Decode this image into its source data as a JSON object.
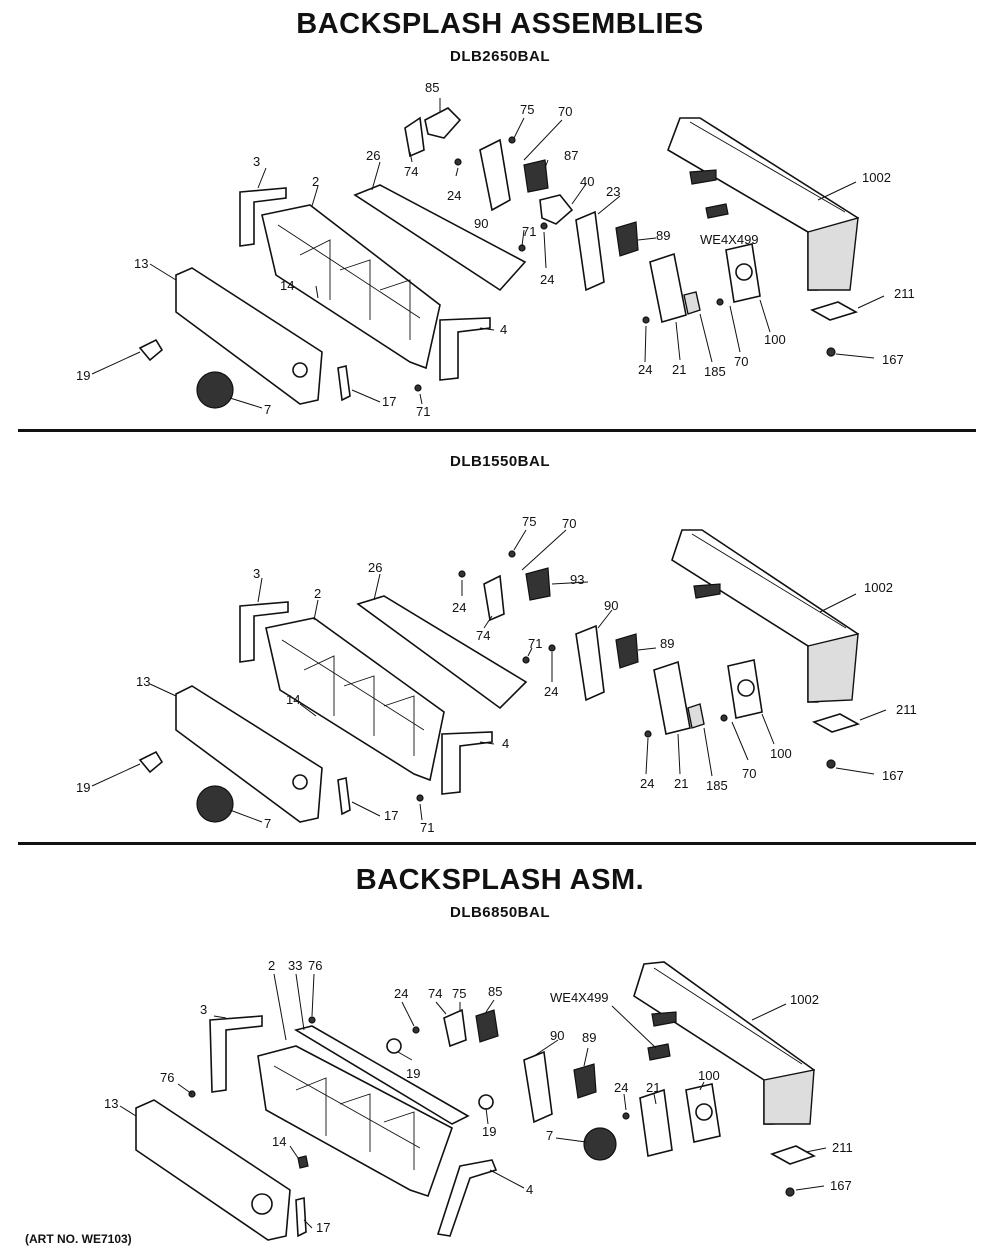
{
  "titles": {
    "main": "BACKSPLASH ASSEMBLIES",
    "model_1": "DLB2650BAL",
    "model_2": "DLB1550BAL",
    "section_2": "BACKSPLASH ASM.",
    "model_3": "DLB6850BAL"
  },
  "art_no": "(ART NO. WE7103)",
  "callouts": {
    "s1": [
      "85",
      "75",
      "70",
      "74",
      "87",
      "3",
      "26",
      "24",
      "2",
      "40",
      "90",
      "1002",
      "23",
      "71",
      "89",
      "WE4X499",
      "13",
      "24",
      "14",
      "211",
      "24",
      "4",
      "70",
      "100",
      "21",
      "185",
      "19",
      "167",
      "7",
      "17",
      "71"
    ],
    "s2": [
      "75",
      "70",
      "93",
      "24",
      "3",
      "26",
      "2",
      "74",
      "1002",
      "90",
      "89",
      "71",
      "24",
      "13",
      "14",
      "211",
      "4",
      "100",
      "24",
      "21",
      "185",
      "70",
      "19",
      "167",
      "7",
      "17",
      "71"
    ],
    "s3": [
      "2",
      "33",
      "76",
      "24",
      "74",
      "75",
      "85",
      "WE4X499",
      "1002",
      "3",
      "19",
      "90",
      "89",
      "76",
      "24",
      "21",
      "100",
      "13",
      "19",
      "7",
      "14",
      "211",
      "4",
      "167",
      "17"
    ]
  }
}
